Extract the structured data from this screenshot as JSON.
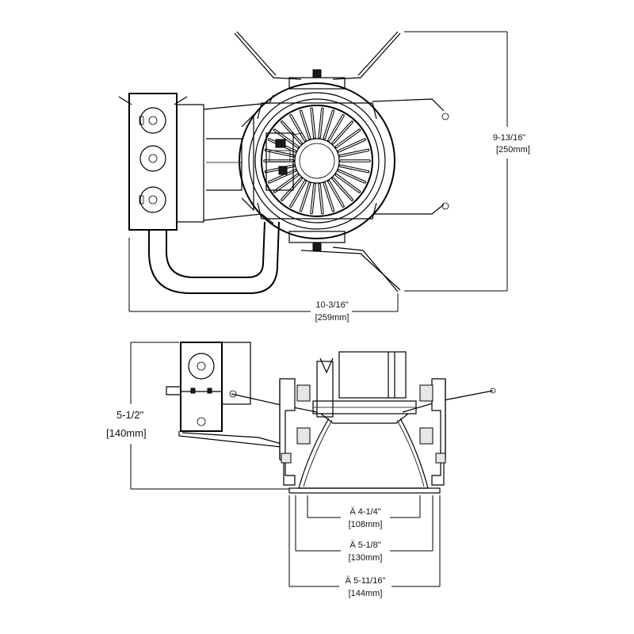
{
  "top_view": {
    "height_dim": {
      "imperial": "9-13/16\"",
      "metric": "[250mm]"
    },
    "width_dim": {
      "imperial": "10-3/16\"",
      "metric": "[259mm]"
    }
  },
  "side_view": {
    "height_dim": {
      "imperial": "5-1/2\"",
      "metric": "[140mm]"
    },
    "aperture_dims": [
      {
        "imperial": "Ä 4-1/4\"",
        "metric": "[108mm]"
      },
      {
        "imperial": "Ä 5-1/8\"",
        "metric": "[130mm]"
      },
      {
        "imperial": "Ä 5-11/16\"",
        "metric": "[144mm]"
      }
    ]
  }
}
